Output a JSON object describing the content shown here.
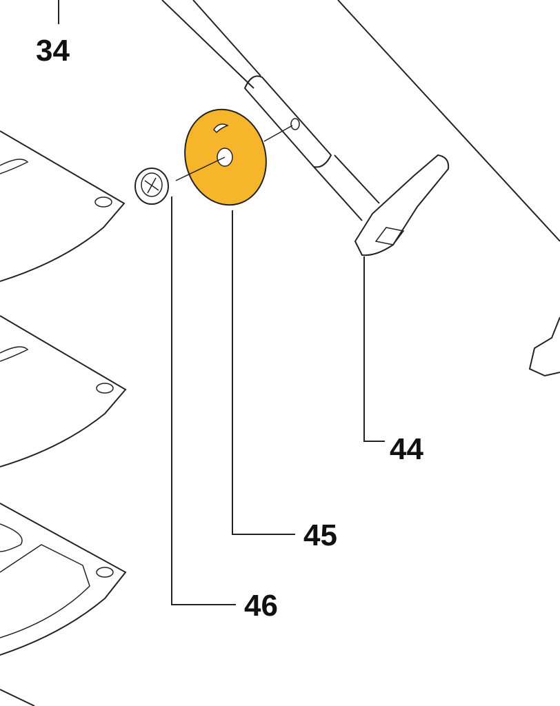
{
  "diagram": {
    "highlight_color": "#F7B52C",
    "callouts": [
      {
        "id": "34",
        "label": "34"
      },
      {
        "id": "44",
        "label": "44"
      },
      {
        "id": "45",
        "label": "45"
      },
      {
        "id": "46",
        "label": "46"
      }
    ]
  }
}
